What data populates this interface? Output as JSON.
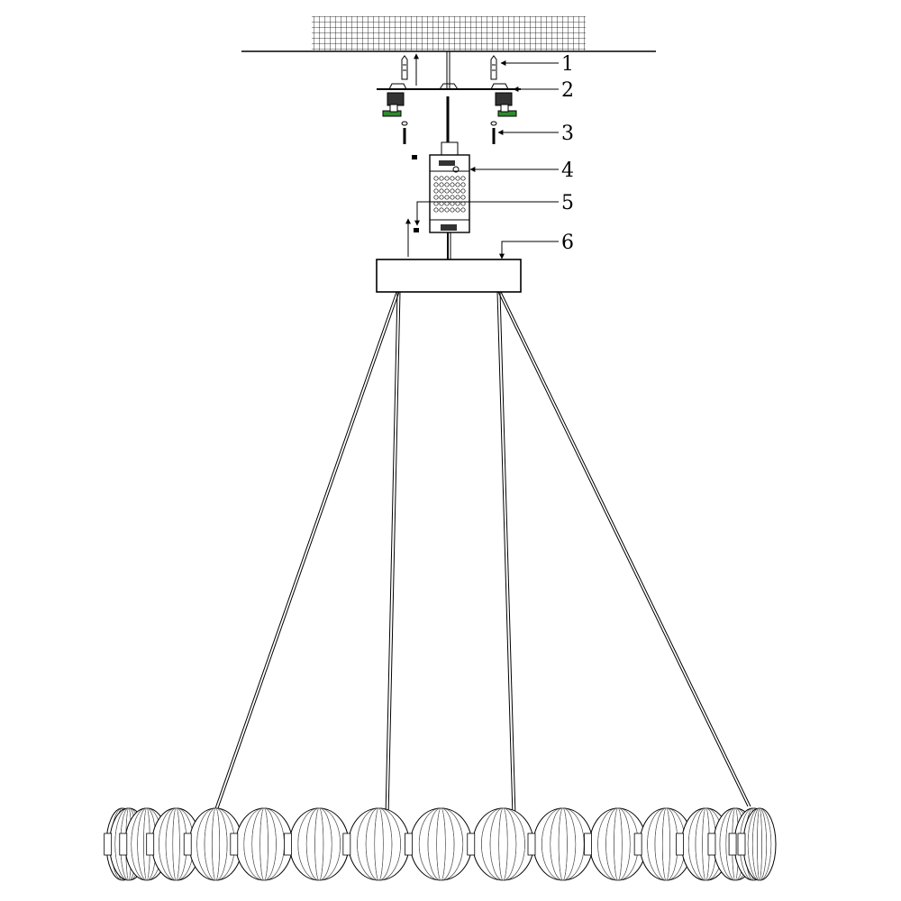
{
  "diagram": {
    "callouts": [
      {
        "number": "1"
      },
      {
        "number": "2"
      },
      {
        "number": "3"
      },
      {
        "number": "4"
      },
      {
        "number": "5"
      },
      {
        "number": "6"
      }
    ],
    "globe_count": 17,
    "colors": {
      "line": "#000000",
      "accent": "#2e8b2e",
      "background": "#ffffff"
    }
  }
}
